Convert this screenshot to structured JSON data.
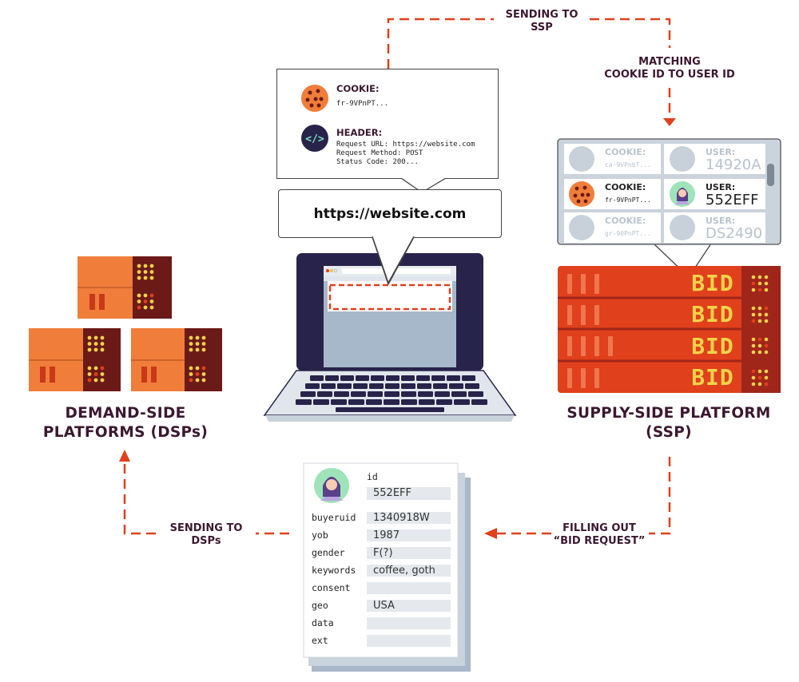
{
  "labels": {
    "sending_to_ssp": "SENDING TO\nSSP",
    "matching": "MATCHING\nCOOKIE ID TO USER ID",
    "dsp_title": "DEMAND-SIDE\nPLATFORMS (DSPs)",
    "ssp_title": "SUPPLY-SIDE PLATFORM\n(SSP)",
    "sending_to_dsps": "SENDING TO\nDSPs",
    "filling_out": "FILLING OUT\n“BID REQUEST”"
  },
  "info_box": {
    "cookie_title": "COOKIE:",
    "cookie_value": "fr-9VPnPT...",
    "header_title": "HEADER:",
    "header_lines": "Request URL: https://website.com\nRequest Method: POST\nStatus Code: 200..."
  },
  "url_bubble": "https://website.com",
  "ssp_table": {
    "rows": [
      {
        "cookie_label": "COOKIE:",
        "cookie_id": "ca-9VPnbT...",
        "user_label": "USER:",
        "user_id": "14920A"
      },
      {
        "cookie_label": "COOKIE:",
        "cookie_id": "fr-9VPnPT...",
        "user_label": "USER:",
        "user_id": "552EFF"
      },
      {
        "cookie_label": "COOKIE:",
        "cookie_id": "gr-90PnPT...",
        "user_label": "USER:",
        "user_id": "DS2490"
      }
    ]
  },
  "server_bid": "BID",
  "bid_request": {
    "id_label": "id",
    "id_value": "552EFF",
    "fields": [
      {
        "key": "buyeruid",
        "value": "1340918W"
      },
      {
        "key": "yob",
        "value": "1987"
      },
      {
        "key": "gender",
        "value": "F(?)"
      },
      {
        "key": "keywords",
        "value": "coffee, goth"
      },
      {
        "key": "consent",
        "value": ""
      },
      {
        "key": "geo",
        "value": "USA"
      },
      {
        "key": "data",
        "value": ""
      },
      {
        "key": "ext",
        "value": ""
      }
    ]
  },
  "colors": {
    "accent_red": "#e0401c",
    "dark_purple": "#3b1830",
    "server_orange": "#f07d3a",
    "server_dark": "#6b1a18",
    "ssp_red": "#e0401c",
    "bid_yellow": "#f4d34a",
    "laptop_navy": "#28234a",
    "screen_blue": "#a6b8c9"
  }
}
